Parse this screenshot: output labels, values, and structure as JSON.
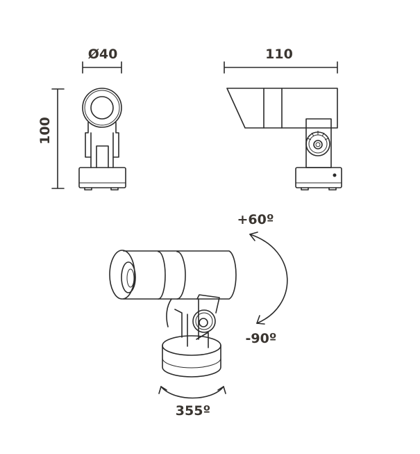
{
  "dimensions": {
    "diameter": "Ø40",
    "height": "100",
    "length": "110"
  },
  "rotation": {
    "tilt_up": "+60º",
    "tilt_down": "-90º",
    "pan": "355º"
  }
}
